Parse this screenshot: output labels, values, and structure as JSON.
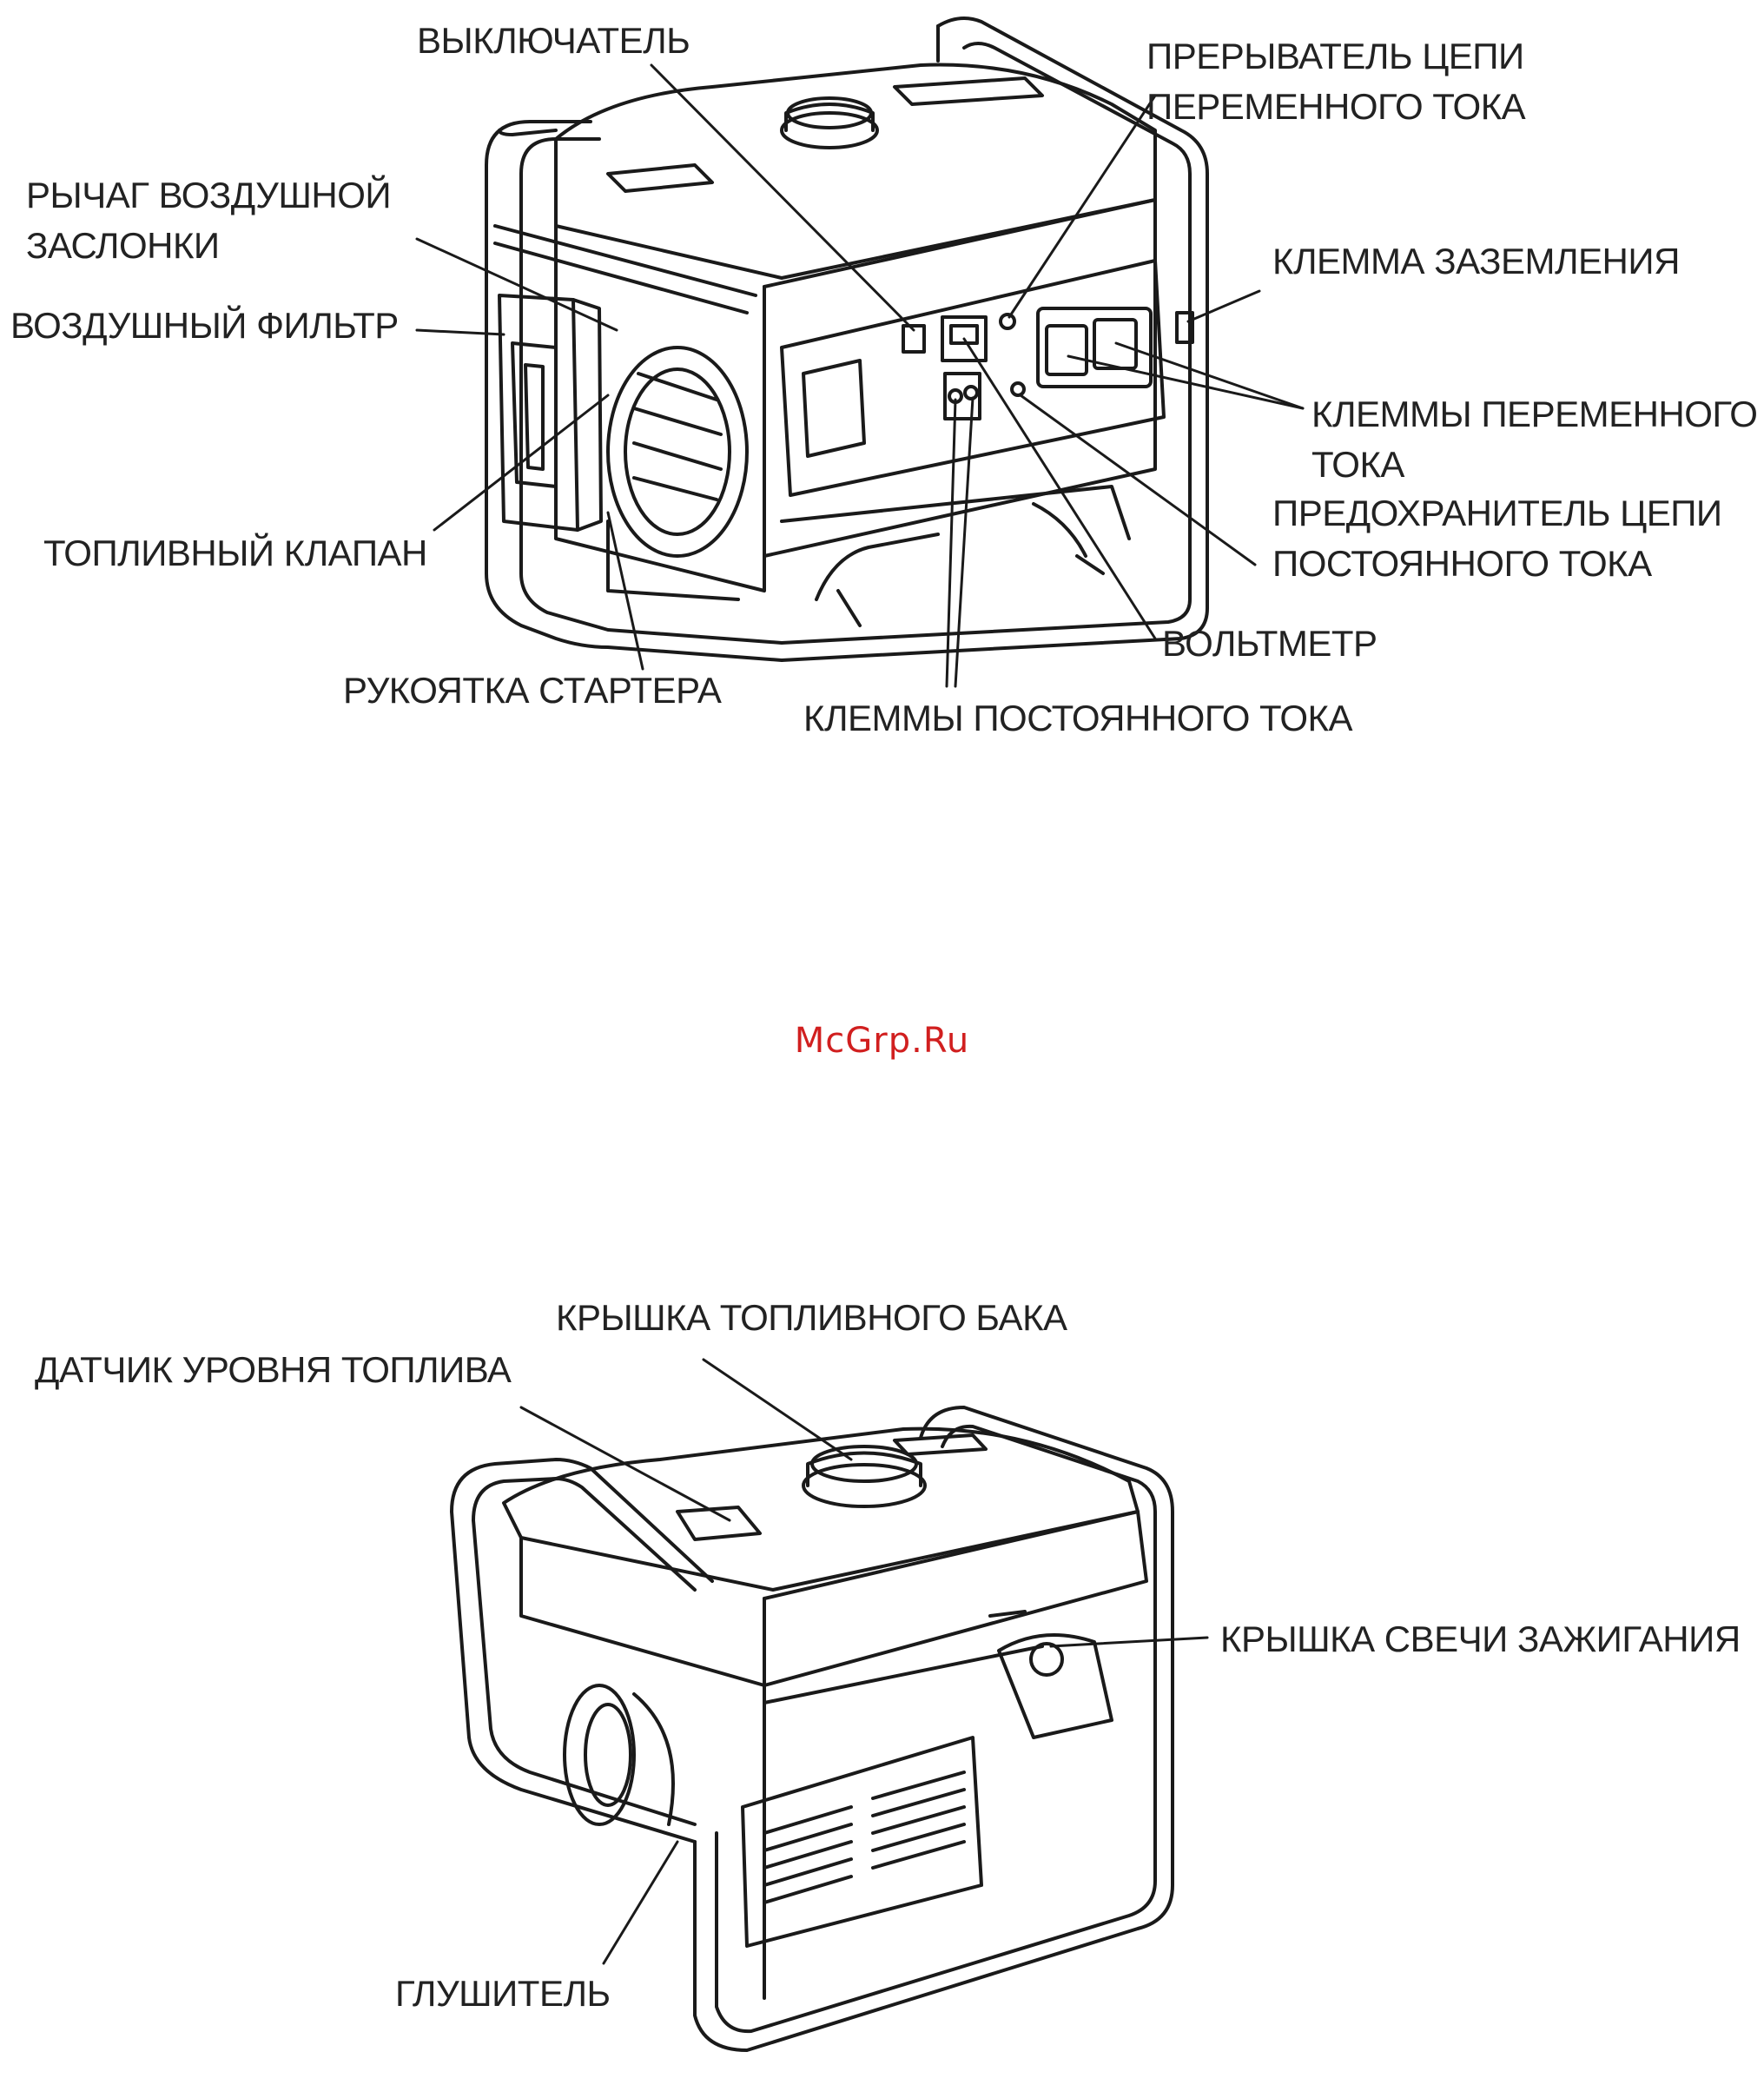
{
  "top_diagram": {
    "labels": {
      "switch": "ВЫКЛЮЧАТЕЛЬ",
      "ac_breaker_1": "ПРЕРЫВАТЕЛЬ ЦЕПИ",
      "ac_breaker_2": "ПЕРЕМЕННОГО ТОКА",
      "choke_1": "РЫЧАГ ВОЗДУШНОЙ",
      "choke_2": "ЗАСЛОНКИ",
      "air_filter": "ВОЗДУШНЫЙ ФИЛЬТР",
      "ground": "КЛЕММА ЗАЗЕМЛЕНИЯ",
      "ac_terminals_1": "КЛЕММЫ ПЕРЕМЕННОГО",
      "ac_terminals_2": "ТОКА",
      "fuel_valve": "ТОПЛИВНЫЙ КЛАПАН",
      "dc_fuse_1": "ПРЕДОХРАНИТЕЛЬ ЦЕПИ",
      "dc_fuse_2": "ПОСТОЯННОГО ТОКА",
      "voltmeter": "ВОЛЬТМЕТР",
      "starter": "РУКОЯТКА СТАРТЕРА",
      "dc_terminals": "КЛЕММЫ ПОСТОЯННОГО ТОКА"
    }
  },
  "watermark": "McGrp.Ru",
  "bottom_diagram": {
    "labels": {
      "fuel_cap": "КРЫШКА ТОПЛИВНОГО БАКА",
      "fuel_gauge": "ДАТЧИК УРОВНЯ ТОПЛИВА",
      "spark_cap": "КРЫШКА СВЕЧИ ЗАЖИГАНИЯ",
      "muffler": "ГЛУШИТЕЛЬ"
    }
  },
  "colors": {
    "line": "#1a1a1a",
    "text": "#222222",
    "watermark": "#d11f1f"
  }
}
